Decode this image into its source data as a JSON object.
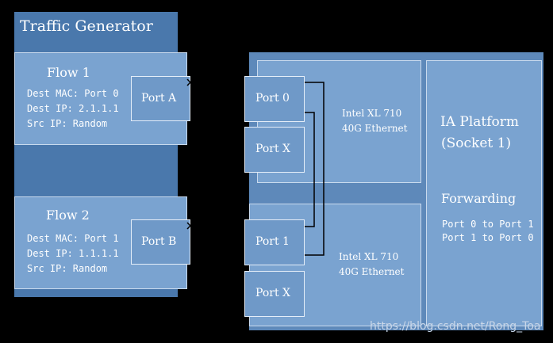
{
  "generator": {
    "title": "Traffic Generator",
    "flows": [
      {
        "title": "Flow 1",
        "lines": [
          "Dest MAC: Port 0",
          "Dest IP: 2.1.1.1",
          "Src IP: Random"
        ],
        "port": "Port A"
      },
      {
        "title": "Flow 2",
        "lines": [
          "Dest MAC: Port 1",
          "Dest IP: 1.1.1.1",
          "Src IP: Random"
        ],
        "port": "Port B"
      }
    ]
  },
  "nics": [
    {
      "name": "Intel XL 710",
      "speed": "40G Ethernet",
      "ports": [
        "Port 0",
        "Port X"
      ]
    },
    {
      "name": "Intel XL 710",
      "speed": "40G Ethernet",
      "ports": [
        "Port 1",
        "Port X"
      ]
    }
  ],
  "platform": {
    "title_line1": "IA Platform",
    "title_line2": "(Socket 1)",
    "forwarding_title": "Forwarding",
    "rules": [
      "Port 0 to Port 1",
      "Port 1 to Port 0"
    ]
  },
  "watermark": "https://blog.csdn.net/Rong_Toa",
  "colors": {
    "background": "#000000",
    "panel": "#4a78ac",
    "box": "#7aa3d0",
    "line": "#000000"
  }
}
